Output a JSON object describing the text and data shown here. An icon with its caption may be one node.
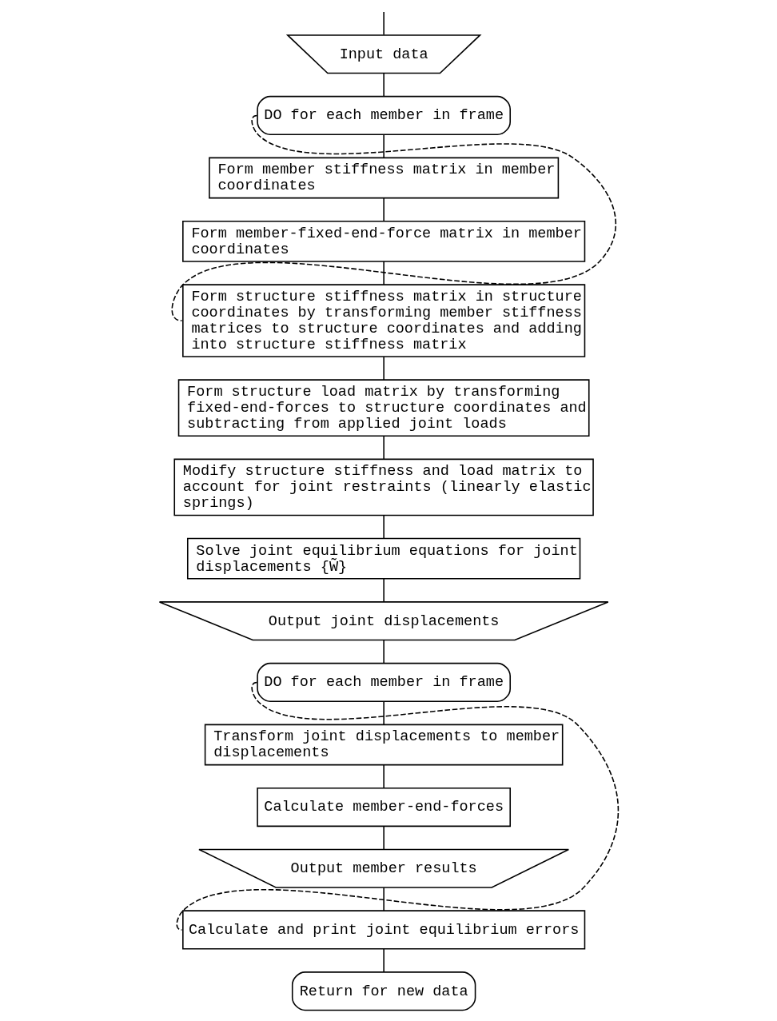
{
  "diagram": {
    "nodes": [
      {
        "text": [
          "Input data"
        ]
      },
      {
        "text": [
          "DO for each member in frame"
        ]
      },
      {
        "text": [
          "Form member stiffness matrix in member coordinates"
        ]
      },
      {
        "text": [
          "Form member-fixed-end-force matrix in member coordinates"
        ]
      },
      {
        "text": [
          "Form structure stiffness matrix in structure coordinates by transforming member stiffness matrices to structure coordinates and adding into structure stiffness matrix"
        ]
      },
      {
        "text": [
          "Form structure load matrix by transforming fixed-end-forces to structure coordinates and subtracting from applied joint loads"
        ]
      },
      {
        "text": [
          "Modify structure stiffness and load matrix to account for joint restraints (linearly elastic springs)"
        ]
      },
      {
        "text": [
          "Solve joint equilibrium equations for joint displacements {W̃}"
        ]
      },
      {
        "text": [
          "Output joint displacements"
        ]
      },
      {
        "text": [
          "DO for each member in frame"
        ]
      },
      {
        "text": [
          "Transform joint displacements to member displacements"
        ]
      },
      {
        "text": [
          "Calculate member-end-forces"
        ]
      },
      {
        "text": [
          "Output member results"
        ]
      },
      {
        "text": [
          "Calculate and print joint equilibrium errors"
        ]
      },
      {
        "text": [
          "Return for new data"
        ]
      }
    ],
    "edges": [
      {
        "from": null,
        "to": 0,
        "arrow": "none"
      },
      {
        "from": 0,
        "to": 1,
        "arrow": "none"
      },
      {
        "from": 1,
        "to": 2,
        "arrow": "none"
      },
      {
        "from": 2,
        "to": 3,
        "arrow": "none"
      },
      {
        "from": 1,
        "to": 4,
        "arrow": "none",
        "style": "dashed"
      },
      {
        "from": 3,
        "to": 4,
        "arrow": "none"
      },
      {
        "from": 4,
        "to": 5,
        "arrow": "none"
      },
      {
        "from": 5,
        "to": 6,
        "arrow": "none"
      },
      {
        "from": 6,
        "to": 7,
        "arrow": "none"
      },
      {
        "from": 7,
        "to": 8,
        "arrow": "none"
      },
      {
        "from": 8,
        "to": 9,
        "arrow": "none"
      },
      {
        "from": 9,
        "to": 10,
        "arrow": "none"
      },
      {
        "from": 10,
        "to": 11,
        "arrow": "none"
      },
      {
        "from": 11,
        "to": 12,
        "arrow": "none"
      },
      {
        "from": 9,
        "to": 13,
        "arrow": "none",
        "style": "dashed"
      },
      {
        "from": 12,
        "to": 13,
        "arrow": "none"
      },
      {
        "from": 13,
        "to": 14,
        "arrow": "none"
      }
    ]
  }
}
